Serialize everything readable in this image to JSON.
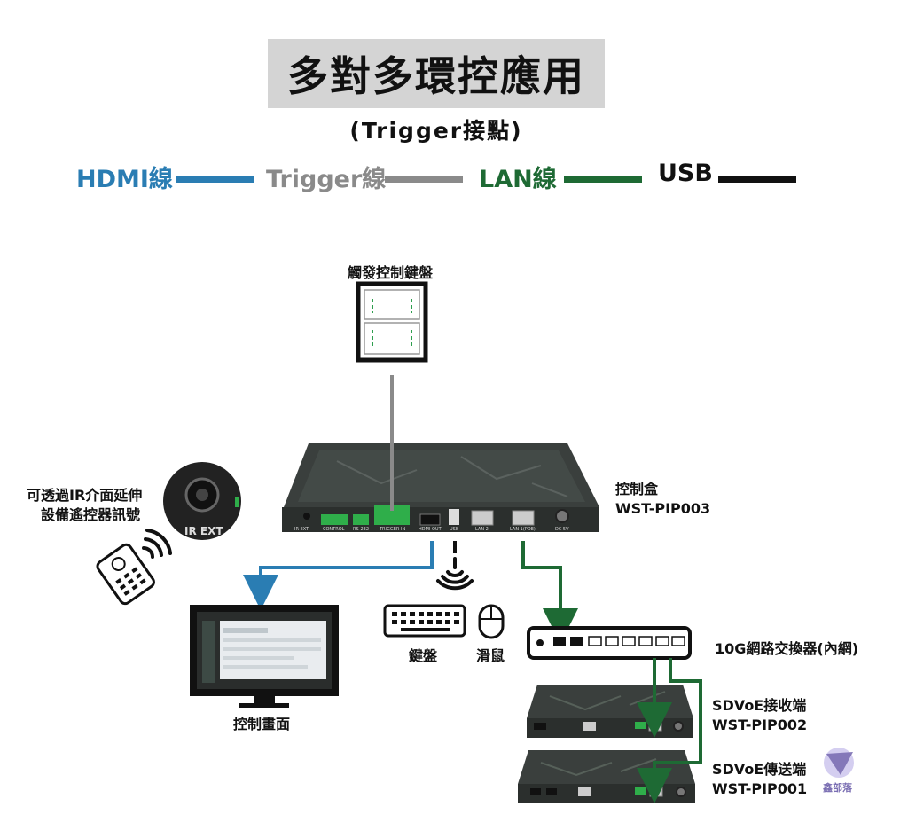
{
  "title": "多對多環控應用",
  "subtitle": "(Trigger接點)",
  "legend": [
    {
      "label": "HDMI線",
      "color": "#2a7db3"
    },
    {
      "label": "Trigger線",
      "color": "#8a8a8a"
    },
    {
      "label": "LAN線",
      "color": "#1e6a34"
    },
    {
      "label": "USB",
      "color": "#111111"
    }
  ],
  "trigger_keypad": {
    "label": "觸發控制鍵盤"
  },
  "ir_note": {
    "line1": "可透過IR介面延伸",
    "line2": "設備遙控器訊號",
    "port_label": "IR EXT"
  },
  "controller": {
    "line1": "控制盒",
    "line2": "WST-PIP003",
    "ports": [
      "IR EXT",
      "CONTROL",
      "RS-232",
      "TRIGGER IN",
      "HDMI OUT",
      "USB",
      "LAN 2",
      "LAN 1(POE)",
      "DC 5V"
    ]
  },
  "display": {
    "label": "控制畫面"
  },
  "keyboard": {
    "label": "鍵盤"
  },
  "mouse": {
    "label": "滑鼠"
  },
  "switch": {
    "label": "10G網路交換器(內網)"
  },
  "receiver": {
    "line1": "SDVoE接收端",
    "line2": "WST-PIP002"
  },
  "transmitter": {
    "line1": "SDVoE傳送端",
    "line2": "WST-PIP001"
  },
  "watermark": {
    "text": "鑫部落"
  }
}
